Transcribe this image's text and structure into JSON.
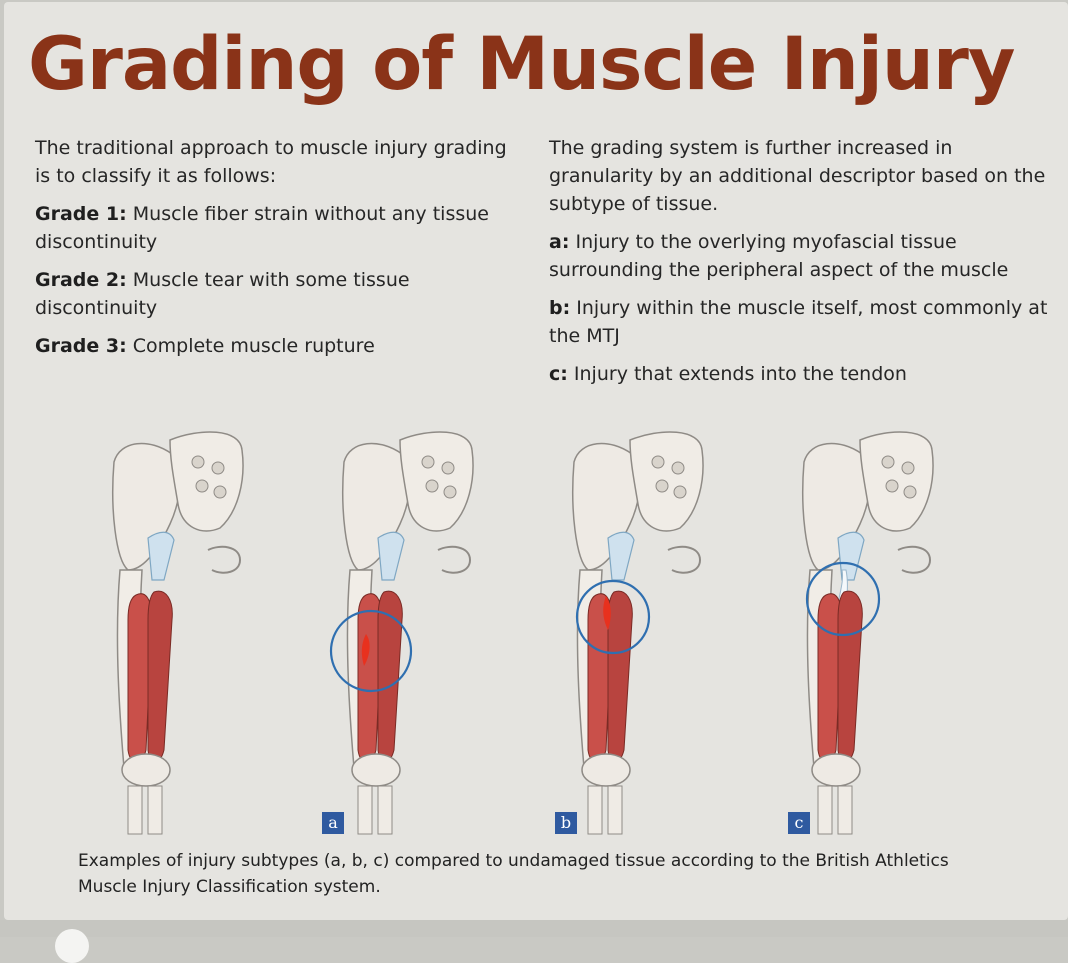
{
  "title": "Grading of Muscle Injury",
  "left_column": {
    "intro": "The traditional approach to muscle injury grading is to classify it as follows:",
    "grades": [
      {
        "label": "Grade 1:",
        "text": " Muscle fiber strain without any tissue discontinuity"
      },
      {
        "label": "Grade 2:",
        "text": " Muscle tear with some tissue discontinuity"
      },
      {
        "label": "Grade 3:",
        "text": " Complete muscle rupture"
      }
    ]
  },
  "right_column": {
    "intro": "The grading system is further increased in granularity by an additional descriptor based on the subtype of tissue.",
    "subtypes": [
      {
        "label": "a:",
        "text": " Injury to the overlying myofascial tissue surrounding the peripheral aspect of the muscle"
      },
      {
        "label": "b:",
        "text": " Injury within the muscle itself, most commonly at the MTJ"
      },
      {
        "label": "c:",
        "text": " Injury that extends into the tendon"
      }
    ]
  },
  "illustration_tags": [
    "a",
    "b",
    "c"
  ],
  "caption": "Examples of injury subtypes (a, b, c) compared to undamaged tissue according to the British Athletics Muscle Injury Classification system.",
  "colors": {
    "title": "#8a3318",
    "tag_background": "#2f5aa0",
    "injury_circle": "#2f6fb0",
    "muscle": "#c9504a"
  }
}
